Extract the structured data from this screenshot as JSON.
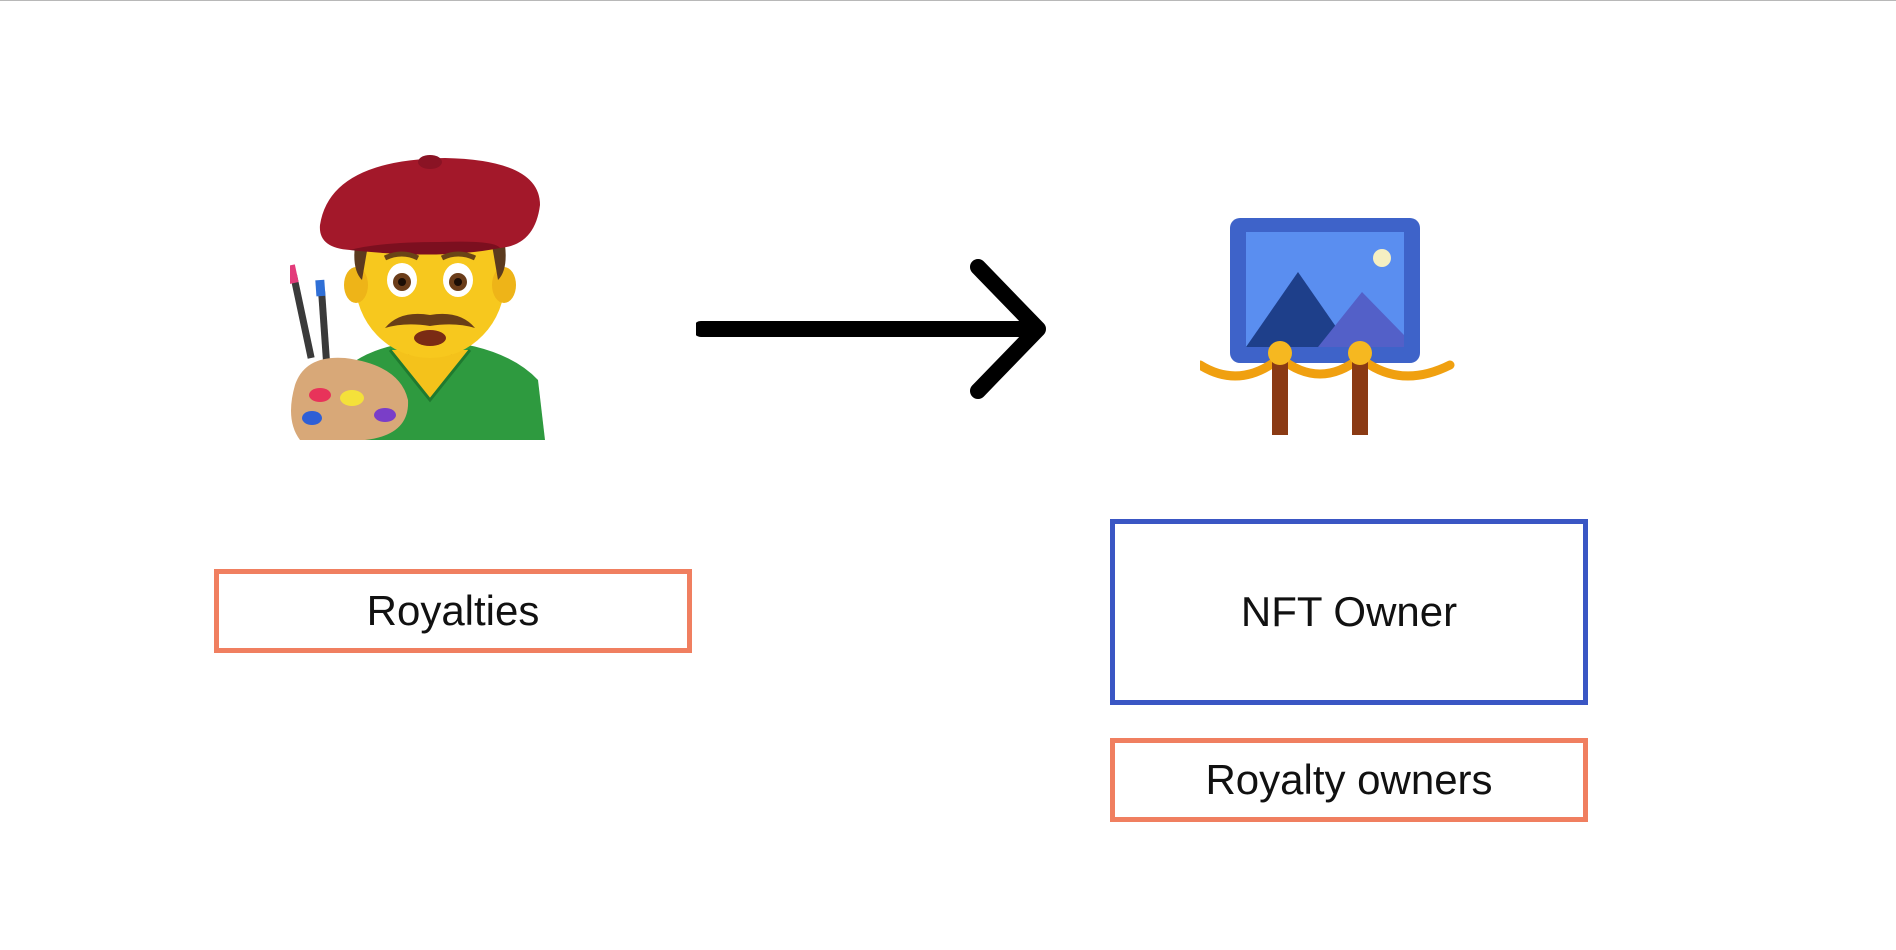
{
  "diagram": {
    "source": {
      "icon": "artist-icon",
      "label": "Royalties"
    },
    "connector": {
      "icon": "right-arrow-icon"
    },
    "target": {
      "icon": "framed-picture-gallery-icon",
      "owner_label": "NFT Owner",
      "royalty_label": "Royalty owners"
    }
  },
  "colors": {
    "royalty_border": "#f07f60",
    "owner_border": "#3a56c4",
    "arrow": "#000000"
  }
}
